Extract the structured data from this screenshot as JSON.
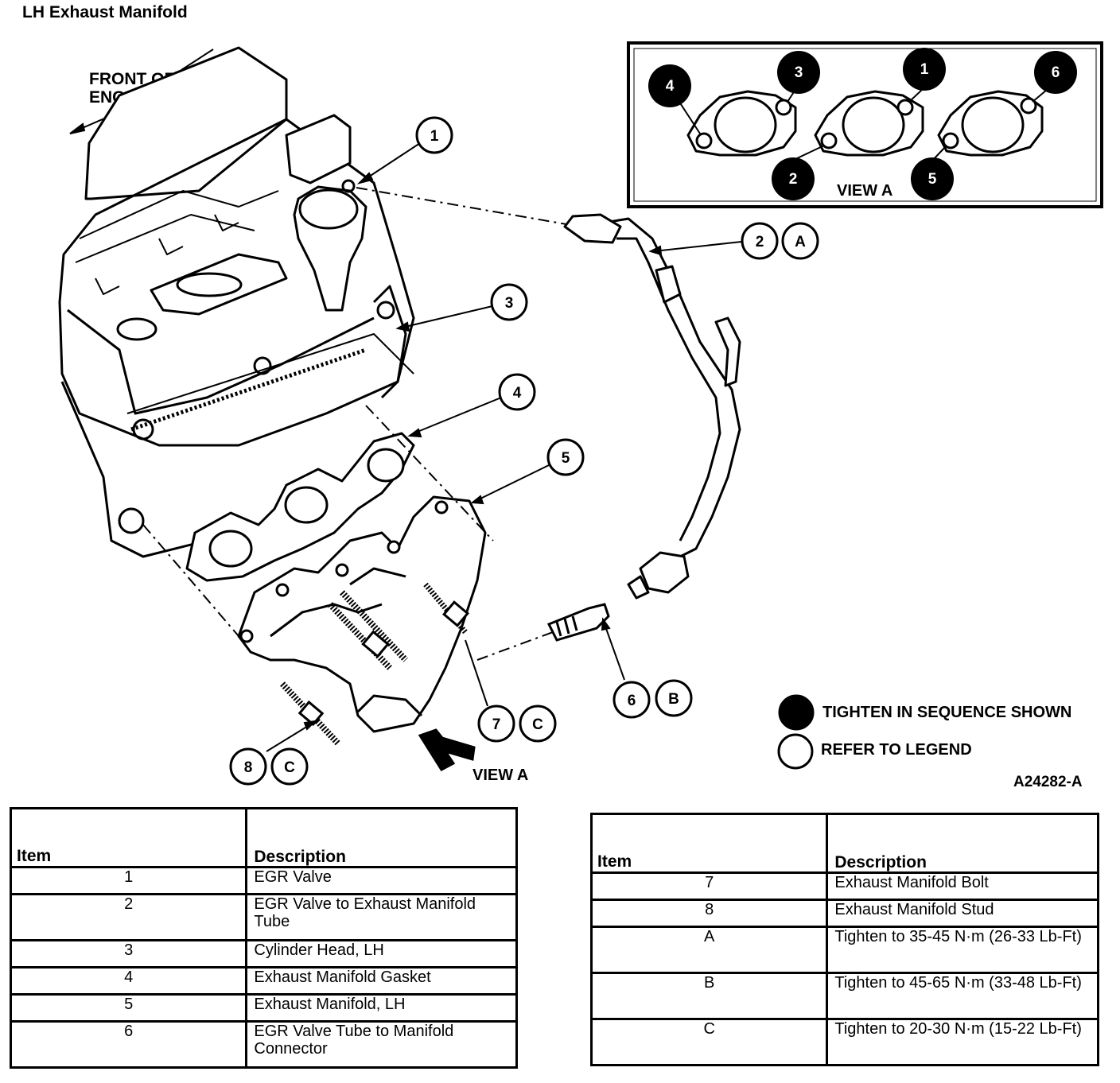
{
  "title": "LH Exhaust Manifold",
  "front_label": [
    "FRONT OF",
    "ENGINE"
  ],
  "view_a_label": "VIEW A",
  "view_a_box_label": "VIEW A",
  "figure_code": "A24282-A",
  "legend_symbols": {
    "filled": "TIGHTEN IN SEQUENCE SHOWN",
    "open": "REFER TO LEGEND"
  },
  "sequence_numbers": [
    "4",
    "3",
    "1",
    "6",
    "2",
    "5"
  ],
  "callouts": [
    {
      "num": "1"
    },
    {
      "num": "2",
      "letter": "A"
    },
    {
      "num": "3"
    },
    {
      "num": "4"
    },
    {
      "num": "5"
    },
    {
      "num": "6",
      "letter": "B"
    },
    {
      "num": "7",
      "letter": "C"
    },
    {
      "num": "8",
      "letter": "C"
    }
  ],
  "table_left": {
    "header": {
      "item": "Item",
      "description": "Description"
    },
    "rows": [
      {
        "item": "1",
        "description": "EGR Valve"
      },
      {
        "item": "2",
        "description": "EGR Valve to Exhaust Manifold Tube"
      },
      {
        "item": "3",
        "description": "Cylinder Head, LH"
      },
      {
        "item": "4",
        "description": "Exhaust Manifold Gasket"
      },
      {
        "item": "5",
        "description": "Exhaust Manifold, LH"
      },
      {
        "item": "6",
        "description": "EGR Valve Tube to Manifold Connector"
      }
    ]
  },
  "table_right": {
    "header": {
      "item": "Item",
      "description": "Description"
    },
    "rows": [
      {
        "item": "7",
        "description": "Exhaust Manifold Bolt"
      },
      {
        "item": "8",
        "description": "Exhaust Manifold Stud"
      },
      {
        "item": "A",
        "description": "Tighten to 35-45 N·m (26-33 Lb-Ft)"
      },
      {
        "item": "B",
        "description": "Tighten to 45-65 N·m (33-48 Lb-Ft)"
      },
      {
        "item": "C",
        "description": "Tighten to 20-30 N·m (15-22 Lb-Ft)"
      }
    ]
  }
}
